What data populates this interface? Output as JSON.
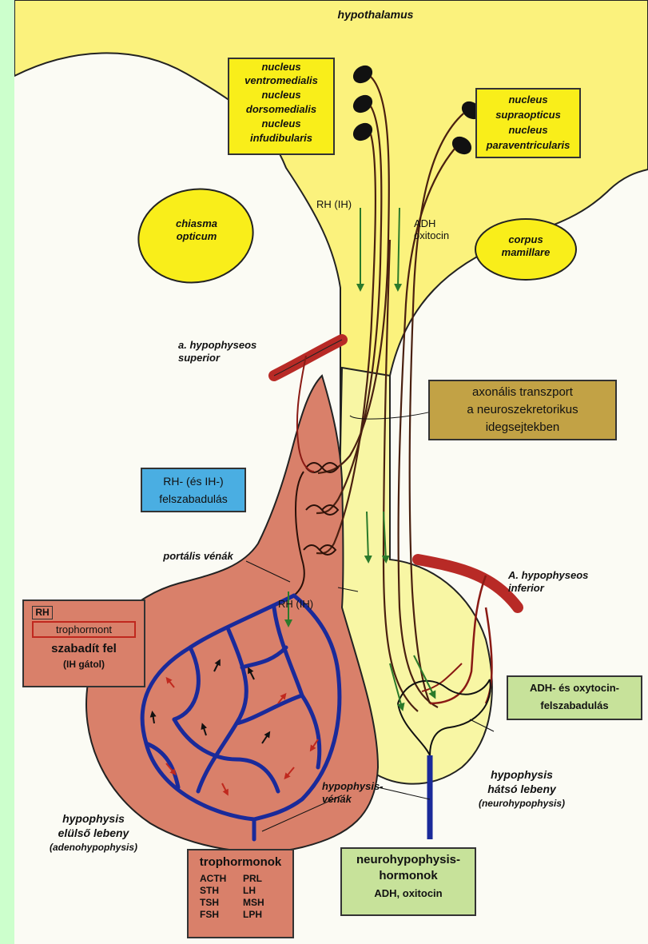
{
  "title": "hypothalamus",
  "labels": {
    "chiasma": [
      "chiasma",
      "opticum"
    ],
    "corpus": [
      "corpus",
      "mamillare"
    ],
    "a_sup": [
      "a. hypophyseos",
      "superior"
    ],
    "a_inf": [
      "A. hypophyseos",
      "inferior"
    ],
    "portal": "portális vénák",
    "rh_ih_top": "RH (IH)",
    "rh_ih_low": "RH (IH)",
    "adh": [
      "ADH",
      "oxitocin"
    ],
    "hyp_venak": [
      "hypophysis-",
      "vénák"
    ],
    "ant_lobe": [
      "hypophysis",
      "elülső lebeny",
      "(adenohypophysis)"
    ],
    "post_lobe": [
      "hypophysis",
      "hátsó lebeny",
      "(neurohypophysis)"
    ]
  },
  "boxes": {
    "nuclei_left": [
      "nucleus",
      "ventromedialis",
      "nucleus",
      "dorsomedialis",
      "nucleus",
      "infudibularis"
    ],
    "nuclei_right": [
      "nucleus",
      "supraopticus",
      "nucleus",
      "paraventricularis"
    ],
    "axonal": [
      "axonális transzport",
      "a neuroszekretorikus",
      "idegsejtekben"
    ],
    "rh_release": [
      "RH- (és IH-)",
      "felszabadulás"
    ],
    "adh_release": [
      "ADH- és oxytocin-",
      "felszabadulás"
    ],
    "rh_effect": {
      "rh": "RH",
      "trophormont": "trophormont",
      "line1": "szabadít fel",
      "line2": "(IH gátol)"
    },
    "trophormonok": {
      "title": "trophormonok",
      "items": [
        "ACTH",
        "PRL",
        "STH",
        "LH",
        "TSH",
        "MSH",
        "FSH",
        "LPH"
      ]
    },
    "neurohormones": [
      "neurohypophysis-",
      "hormonok",
      "ADH, oxitocin"
    ]
  },
  "colors": {
    "page_border": "#ccffcc",
    "hypothalamus": "#fbf27d",
    "anterior_lobe": "#d9806a",
    "posterior_lobe": "#f8f6a4",
    "vein": "#1a2a9a",
    "artery": "#b82a26",
    "nucleus_box": "#f9ee1a",
    "axonal_box": "#c2a245",
    "rh_box": "#4aaee2",
    "adh_box": "#c7e29a",
    "troph_box": "#d9806a",
    "neuro_box": "#c7e29a"
  }
}
